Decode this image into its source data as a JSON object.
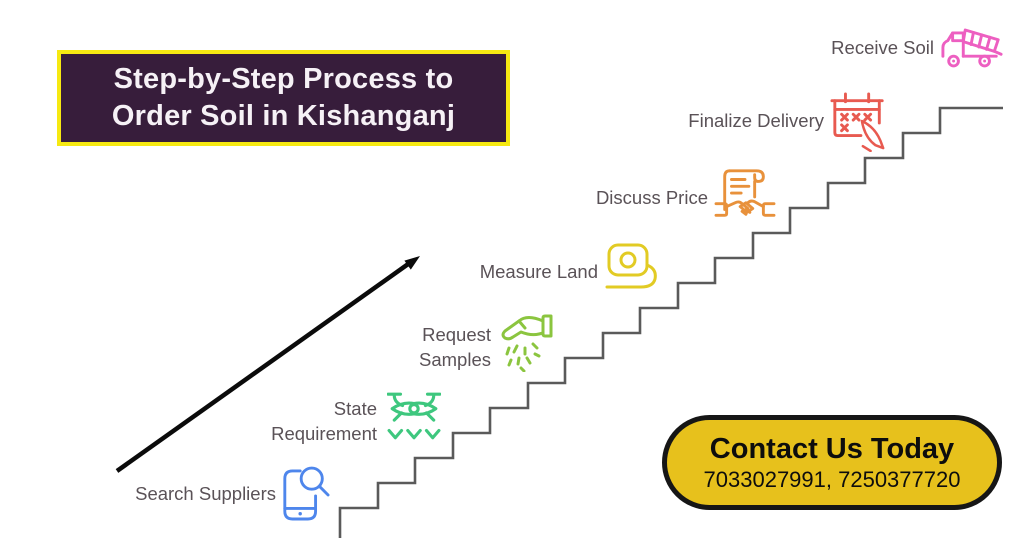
{
  "title": {
    "line1": "Step-by-Step Process to",
    "line2": "Order Soil in Kishanganj"
  },
  "steps": [
    {
      "id": "search-suppliers",
      "label": "Search Suppliers",
      "icon": "phone-search-icon",
      "color": "#4e86ec"
    },
    {
      "id": "state-requirement",
      "label": "State Requirement",
      "icon": "survey-drone-icon",
      "color": "#3ec77e"
    },
    {
      "id": "request-samples",
      "label": "Request Samples",
      "icon": "hand-sprinkling-icon",
      "color": "#8bc53f"
    },
    {
      "id": "measure-land",
      "label": "Measure Land",
      "icon": "tape-measure-icon",
      "color": "#e2cb24"
    },
    {
      "id": "discuss-price",
      "label": "Discuss Price",
      "icon": "contract-handshake-icon",
      "color": "#e8913b"
    },
    {
      "id": "finalize-delivery",
      "label": "Finalize Delivery",
      "icon": "calendar-pen-icon",
      "color": "#e85a50"
    },
    {
      "id": "receive-soil",
      "label": "Receive Soil",
      "icon": "dump-truck-icon",
      "color": "#ed5fc1"
    }
  ],
  "contact": {
    "heading": "Contact Us Today",
    "phones": "7033027991, 7250377720"
  },
  "colors": {
    "titleBg": "#371d3b",
    "titleBorder": "#f6e912",
    "titleText": "#f6f1f6",
    "label": "#5a5257",
    "stairs": "#5a5a5a",
    "arrow": "#0b0b0b",
    "pillBg": "#e7c11c",
    "pillBorder": "#161616",
    "pillText": "#0d0d0d",
    "background": "#ffffff"
  }
}
